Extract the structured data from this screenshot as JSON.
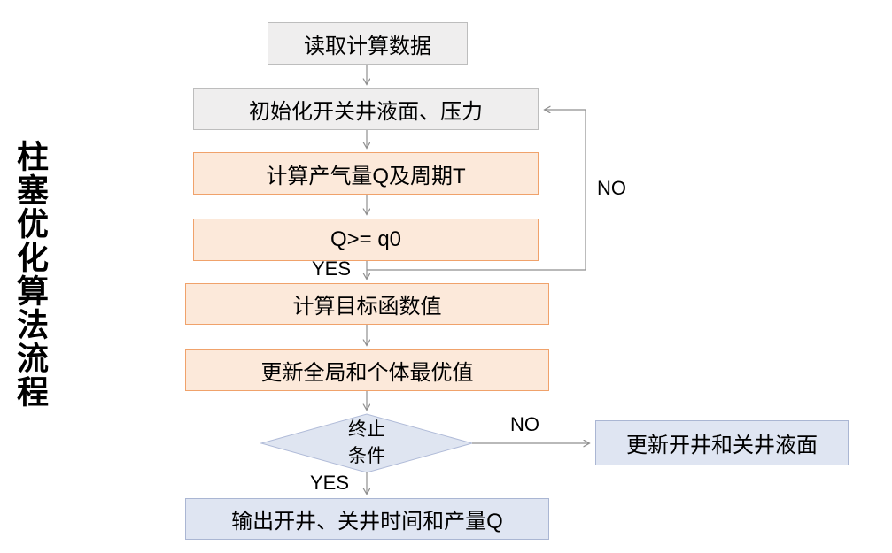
{
  "title": "柱塞优化算法流程",
  "nodes": {
    "read_data": {
      "label": "读取计算数据"
    },
    "init": {
      "label": "初始化开关井液面、压力"
    },
    "compute_q": {
      "label": "计算产气量Q及周期T"
    },
    "condition_q": {
      "label": "Q>= q0"
    },
    "objective": {
      "label": "计算目标函数值"
    },
    "update_best": {
      "label": "更新全局和个体最优值"
    },
    "terminate": {
      "label_line1": "终止",
      "label_line2": "条件"
    },
    "update_liquid": {
      "label": "更新开井和关井液面"
    },
    "output": {
      "label": "输出开井、关井时间和产量Q"
    }
  },
  "edge_labels": {
    "no_loop": "NO",
    "yes_q": "YES",
    "no_terminate": "NO",
    "yes_terminate": "YES"
  },
  "colors": {
    "gray_fill": "#efeeee",
    "gray_border": "#bdbdbd",
    "orange_fill": "#fce9da",
    "orange_border": "#f0a26b",
    "blue_fill": "#dfe5f2",
    "blue_border": "#aab6d3",
    "diamond_fill": "#dfe5f1",
    "diamond_border": "#b0bbd8",
    "arrow": "#8f8f8f",
    "text": "#000000",
    "background": "#ffffff"
  }
}
